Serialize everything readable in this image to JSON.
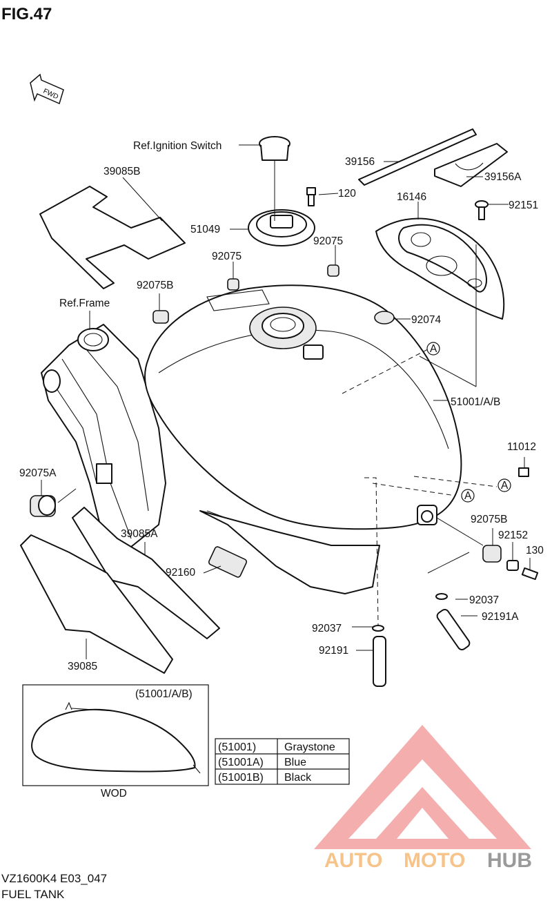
{
  "figure": {
    "title": "FIG.47",
    "fwd_label": "FWD"
  },
  "labels": {
    "ref_ignition": "Ref.Ignition Switch",
    "ref_frame": "Ref.Frame",
    "p39156": "39156",
    "p39156A": "39156A",
    "p39085B": "39085B",
    "p120": "120",
    "p16146": "16146",
    "p92151": "92151",
    "p51049": "51049",
    "p92075_a": "92075",
    "p92075_b": "92075",
    "p92075B_top": "92075B",
    "p92074": "92074",
    "p51001AB": "51001/A/B",
    "p11012": "11012",
    "p92075A": "92075A",
    "p92075B_right": "92075B",
    "p92152": "92152",
    "p130": "130",
    "p39085A": "39085A",
    "p92160": "92160",
    "p92037_right": "92037",
    "p92191A": "92191A",
    "p92037_bottom": "92037",
    "p92191": "92191",
    "p39085": "39085",
    "ref_a1": "A",
    "ref_a2": "A",
    "ref_a3": "A"
  },
  "wod_box": {
    "title": "(51001/A/B)",
    "caption": "WOD"
  },
  "color_table": {
    "rows": [
      {
        "code": "(51001)",
        "color": "Graystone"
      },
      {
        "code": "(51001A)",
        "color": "Blue"
      },
      {
        "code": "(51001B)",
        "color": "Black"
      }
    ]
  },
  "footer": {
    "code": "VZ1600K4 E03_047",
    "name": "FUEL TANK"
  },
  "watermark": {
    "part1": "AUTO",
    "part2": "MOTO",
    "part3": "HUB",
    "logo_color": "#f3a0a0",
    "accent": "#f6c48a"
  }
}
